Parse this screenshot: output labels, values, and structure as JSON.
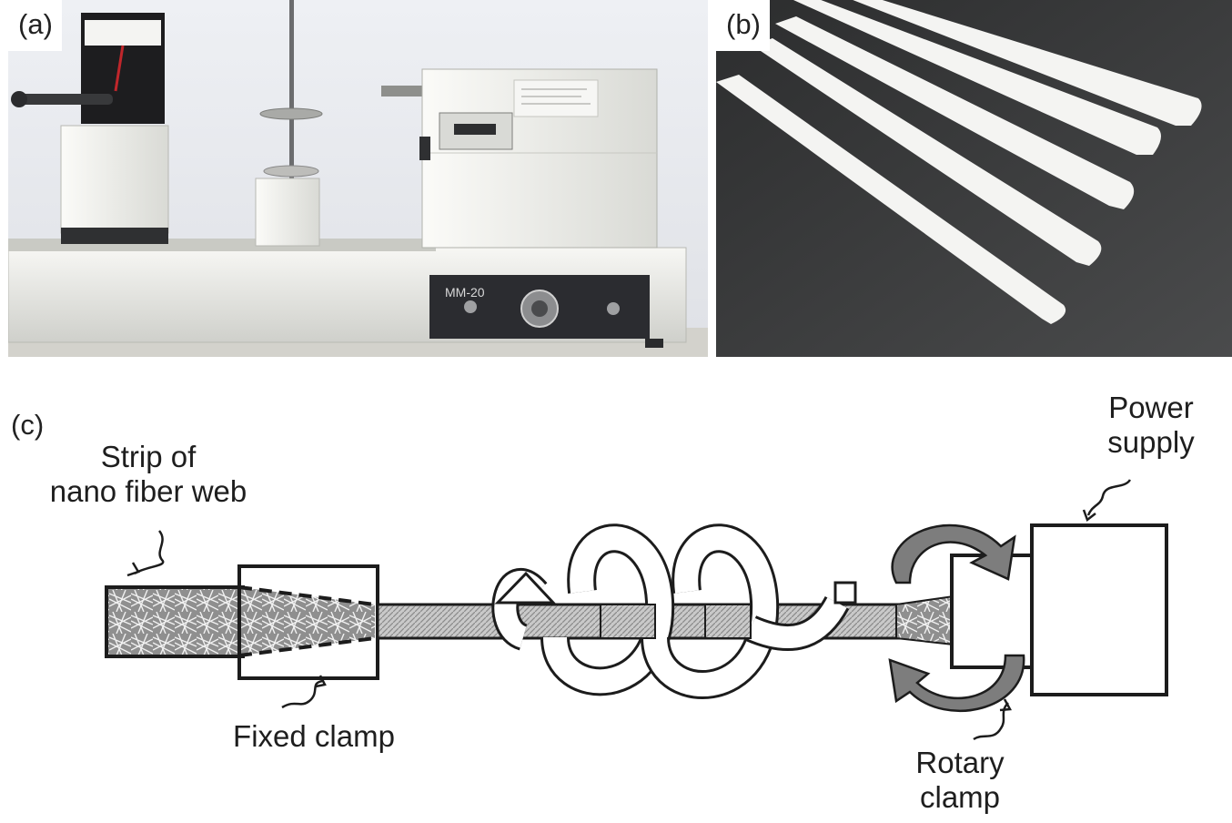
{
  "panels": {
    "a": {
      "label": "(a)",
      "device_label": "MM-20"
    },
    "b": {
      "label": "(b)"
    },
    "c": {
      "label": "(c)"
    }
  },
  "annotations": {
    "strip": [
      "Strip of",
      "nano fiber web"
    ],
    "fixed_clamp": "Fixed clamp",
    "rotary_clamp": [
      "Rotary",
      "clamp"
    ],
    "power_supply": [
      "Power",
      "supply"
    ]
  },
  "colors": {
    "wall": "#e9eaee",
    "machine_white": "#f2f3f0",
    "backdrop_b": "#3a3b3c",
    "rotation_arrow_gray": "#7d7d7d",
    "diagram_line": "#1c1c1c"
  }
}
